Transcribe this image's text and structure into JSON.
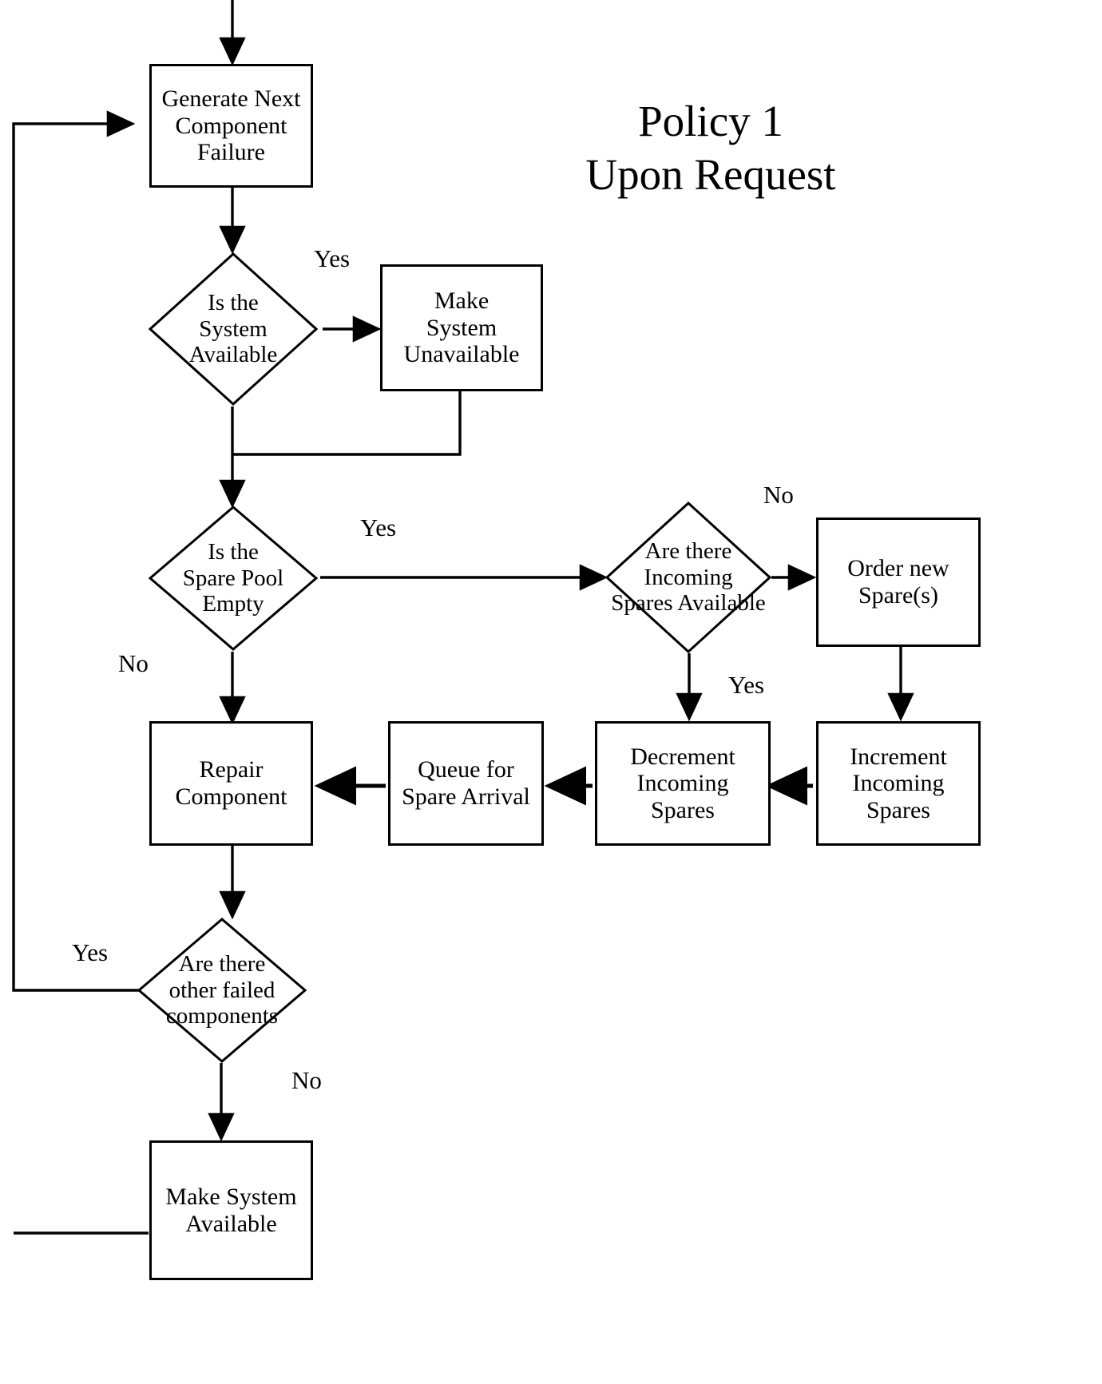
{
  "diagram": {
    "title": "Policy 1\nUpon Request",
    "nodes": {
      "generate_failure": "Generate Next\nComponent\nFailure",
      "is_system_available": "Is the\nSystem\nAvailable",
      "make_system_unavailable": "Make\nSystem\nUnavailable",
      "is_spare_pool_empty": "Is the\nSpare Pool\nEmpty",
      "are_incoming_spares_available": "Are there\nIncoming\nSpares Available",
      "order_new_spares": "Order new\nSpare(s)",
      "increment_incoming_spares": "Increment\nIncoming\nSpares",
      "decrement_incoming_spares": "Decrement\nIncoming\nSpares",
      "queue_for_spare_arrival": "Queue for\nSpare Arrival",
      "repair_component": "Repair\nComponent",
      "are_other_failed_components": "Are there\nother failed\ncomponents",
      "make_system_available": "Make System\nAvailable"
    },
    "edge_labels": {
      "system_available_yes": "Yes",
      "spare_pool_empty_yes": "Yes",
      "spare_pool_empty_no": "No",
      "incoming_spares_no": "No",
      "incoming_spares_yes": "Yes",
      "other_failed_yes": "Yes",
      "other_failed_no": "No"
    },
    "colors": {
      "stroke": "#000000",
      "fill": "#ffffff",
      "text": "#000000"
    }
  }
}
